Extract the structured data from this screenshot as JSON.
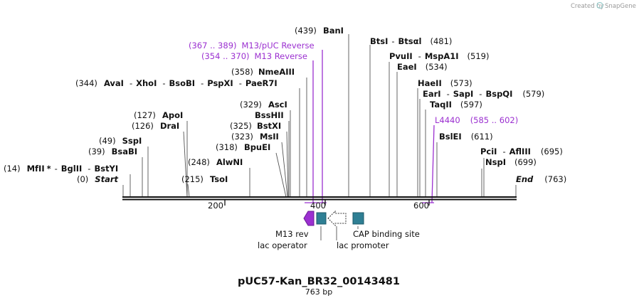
{
  "credit": {
    "text": "Created by",
    "brand": "SnapGene"
  },
  "plasmid": {
    "name": "pUC57-Kan_BR32_00143481",
    "length": "763 bp"
  },
  "axis": {
    "ticks": [
      "200",
      "400",
      "600"
    ]
  },
  "sites": {
    "banI": {
      "pos": "(439)",
      "name": "BanI"
    },
    "btsI": {
      "name1": "BtsI",
      "sep": "-",
      "name2": "Btsαl",
      "pos": "(481)"
    },
    "m13puc": {
      "range": "(367 .. 389)",
      "label": "M13/pUC Reverse"
    },
    "m13rev": {
      "range": "(354 .. 370)",
      "label": "M13 Reverse"
    },
    "pvuII": {
      "name1": "PvuII",
      "sep": "-",
      "name2": "MspA1I",
      "pos": "(519)"
    },
    "eaeI": {
      "name": "EaeI",
      "pos": "(534)"
    },
    "nmeaiii": {
      "pos": "(358)",
      "name": "NmeAIII"
    },
    "avaI": {
      "pos": "(344)",
      "names": [
        "AvaI",
        "XhoI",
        "BsoBI",
        "PspXI",
        "PaeR7I"
      ],
      "sep": "-"
    },
    "haeII": {
      "name": "HaeII",
      "pos": "(573)"
    },
    "earI": {
      "names": [
        "EarI",
        "SapI",
        "BspQI"
      ],
      "sep": "-",
      "pos": "(579)"
    },
    "ascI": {
      "pos": "(329)",
      "name": "AscI"
    },
    "bsshii": {
      "name": "BssHII"
    },
    "taqII": {
      "name": "TaqII",
      "pos": "(597)"
    },
    "apoI": {
      "pos": "(127)",
      "name": "ApoI"
    },
    "draI": {
      "pos": "(126)",
      "name": "DraI"
    },
    "bstXI": {
      "pos": "(325)",
      "name": "BstXI"
    },
    "L4440": {
      "label": "L4440",
      "range": "(585 .. 602)"
    },
    "msII": {
      "pos": "(323)",
      "name": "MsII"
    },
    "sspI": {
      "pos": "(49)",
      "name": "SspI"
    },
    "bsaBI": {
      "pos": "(39)",
      "name": "BsaBI"
    },
    "bpuEI": {
      "pos": "(318)",
      "name": "BpuEI"
    },
    "bslEI": {
      "name": "BslEI",
      "pos": "(611)"
    },
    "pciI": {
      "names": [
        "PciI",
        "AflIII"
      ],
      "sep": "-",
      "pos": "(695)"
    },
    "alwNI": {
      "pos": "(248)",
      "name": "AlwNI"
    },
    "nspI": {
      "name": "NspI",
      "pos": "(699)"
    },
    "mfeI": {
      "pos": "(14)",
      "names": [
        "MfII",
        "BglII",
        "BstYI"
      ],
      "star": "*",
      "sep": "-"
    },
    "start": {
      "pos": "(0)",
      "name": "Start"
    },
    "tsoI": {
      "pos": "(215)",
      "name": "TsoI"
    },
    "end": {
      "name": "End",
      "pos": "(763)"
    }
  },
  "features": {
    "m13rev": "M13 rev",
    "lacOperator": "lac operator",
    "lacPromoter": "lac promoter",
    "cap": "CAP binding site"
  },
  "colors": {
    "primer": "#9b30d0",
    "regulatory": "#2f7f94",
    "backbone": "#111111"
  }
}
